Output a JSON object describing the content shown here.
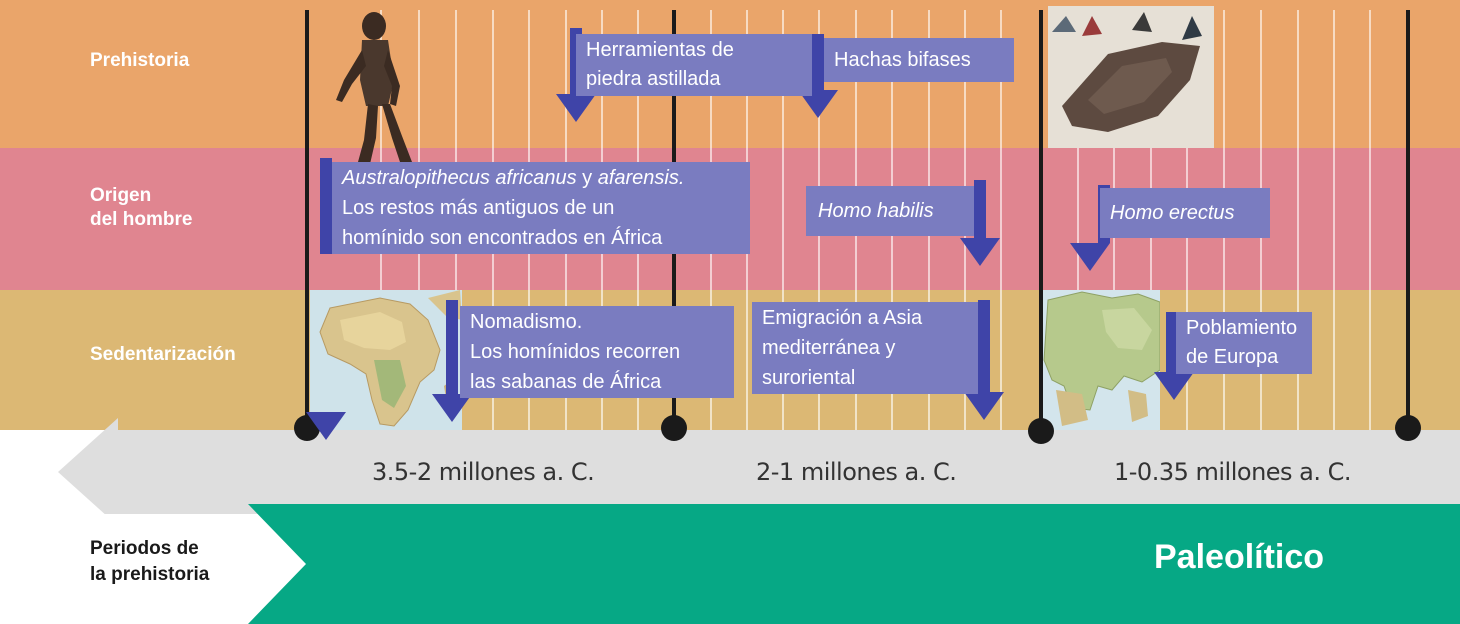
{
  "colors": {
    "prehistoria": "#eaa56a",
    "origen": "#e08590",
    "sedentarizacion": "#dcb874",
    "box": "#7a7cc0",
    "arrow": "#3f44a8",
    "timeline_arrow": "#dedede",
    "paleolitico": "#06a885"
  },
  "bands": {
    "prehistoria": "Prehistoria",
    "origen_line1": "Origen",
    "origen_line2": "del hombre",
    "sedentarizacion": "Sedentarización"
  },
  "events": {
    "herramientas_line1": "Herramientas de",
    "herramientas_line2": "piedra astillada",
    "hachas": "Hachas bifases",
    "australo_italic1": "Australopithecus africanus",
    "australo_y": " y ",
    "australo_italic2": "afarensis.",
    "australo_line2": "Los restos más antiguos de un",
    "australo_line3": "homínido son encontrados en África",
    "habilis": "Homo habilis",
    "erectus": "Homo erectus",
    "nomadismo_line1": "Nomadismo.",
    "nomadismo_line2": "Los homínidos recorren",
    "nomadismo_line3": "las sabanas de África",
    "emigracion_line1": "Emigración a Asia",
    "emigracion_line2": "mediterránea y",
    "emigracion_line3": "suroriental",
    "europa_line1": "Poblamiento",
    "europa_line2": "de Europa"
  },
  "timeline": {
    "dates": [
      "3.5-2 millones a. C.",
      "2-1 millones a. C.",
      "1-0.35 millones a. C."
    ]
  },
  "periods": {
    "label_line1": "Periodos de",
    "label_line2": "la prehistoria",
    "paleolitico": "Paleolítico"
  },
  "images": [
    "hominid-figure",
    "stone-tools-photo",
    "africa-map",
    "europe-map"
  ]
}
